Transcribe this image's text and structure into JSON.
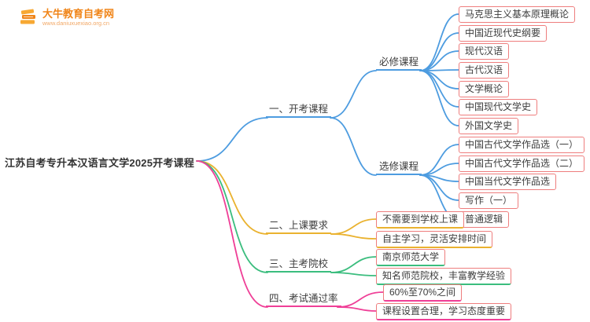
{
  "logo": {
    "name": "大牛教育自考网",
    "url": "www.daniuxuexiao.org.cn"
  },
  "root": {
    "label": "江苏自考专升本汉语言文学2025开考课程"
  },
  "branches": [
    {
      "label": "一、开考课程",
      "color": "#4d9ce0",
      "groups": [
        {
          "label": "必修课程",
          "items": [
            "马克思主义基本原理概论",
            "中国近现代史纲要",
            "现代汉语",
            "古代汉语",
            "文学概论",
            "中国现代文学史",
            "外国文学史"
          ]
        },
        {
          "label": "选修课程",
          "items": [
            "中国古代文学作品选（一）",
            "中国古代文学作品选（二）",
            "中国当代文学作品选",
            "写作（一）",
            "普通逻辑"
          ]
        }
      ]
    },
    {
      "label": "二、上课要求",
      "color": "#eab22f",
      "items": [
        "不需要到学校上课",
        "自主学习，灵活安排时间"
      ]
    },
    {
      "label": "三、主考院校",
      "color": "#3bbd7e",
      "items": [
        "南京师范大学",
        "知名师范院校，丰富教学经验"
      ]
    },
    {
      "label": "四、考试通过率",
      "color": "#ef3f97",
      "items": [
        "60%至70%之间",
        "课程设置合理，学习态度重要"
      ]
    }
  ],
  "colors": {
    "c1": "#4d9ce0",
    "c2": "#eab22f",
    "c3": "#3bbd7e",
    "c4": "#ef3f97",
    "leaf": "#ee7e7e",
    "logo": "#f08519"
  }
}
